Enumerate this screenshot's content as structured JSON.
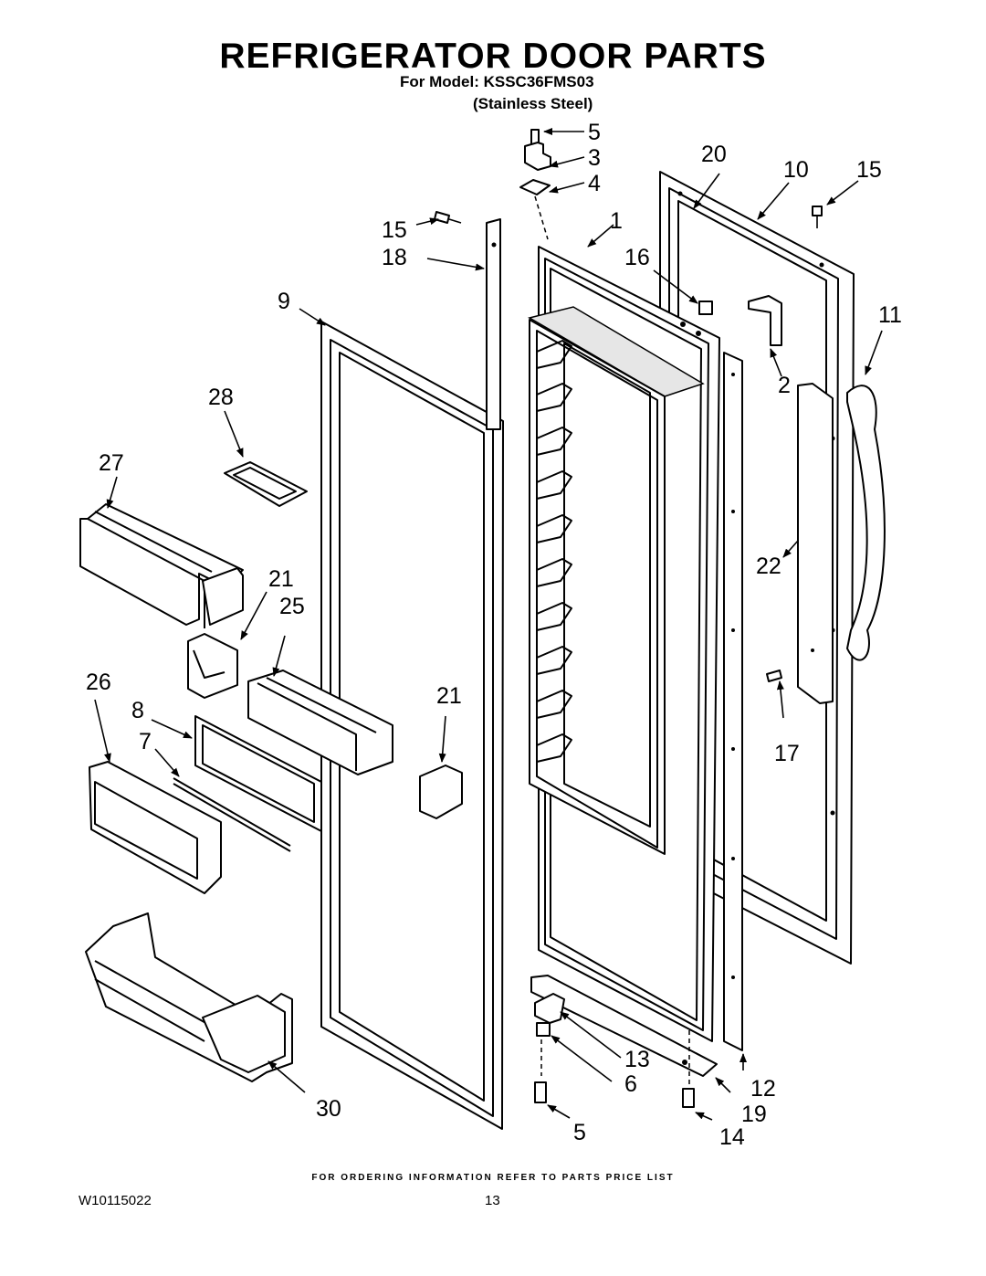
{
  "header": {
    "title": "REFRIGERATOR DOOR PARTS",
    "model_line": "For Model: KSSC36FMS03",
    "variant_line": "(Stainless Steel)"
  },
  "callouts": {
    "c5_top": "5",
    "c3": "3",
    "c4": "4",
    "c20": "20",
    "c10": "10",
    "c15_right": "15",
    "c15_left": "15",
    "c1": "1",
    "c18": "18",
    "c16": "16",
    "c9": "9",
    "c11": "11",
    "c2": "2",
    "c28": "28",
    "c27": "27",
    "c22": "22",
    "c21_top": "21",
    "c25": "25",
    "c26": "26",
    "c8": "8",
    "c21_mid": "21",
    "c7": "7",
    "c17": "17",
    "c13": "13",
    "c6": "6",
    "c12": "12",
    "c30": "30",
    "c19": "19",
    "c5_bottom": "5",
    "c14": "14"
  },
  "footer": {
    "ordering_note": "FOR ORDERING INFORMATION REFER TO PARTS PRICE LIST",
    "document_number": "W10115022",
    "page_number": "13"
  }
}
